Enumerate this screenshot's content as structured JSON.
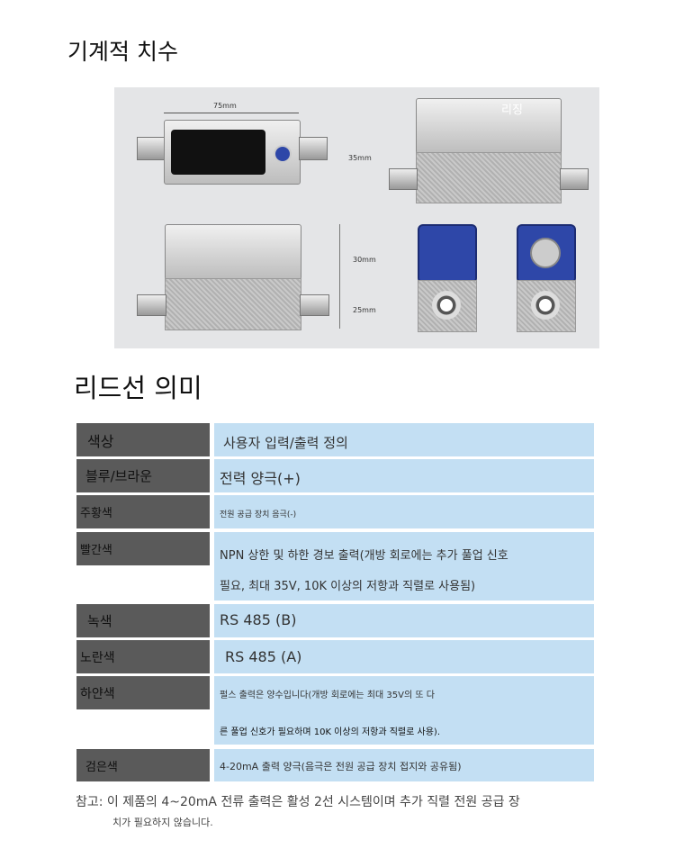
{
  "section1_title": "기계적 치수",
  "figure": {
    "dim_width": "75mm",
    "dim_height": "35mm",
    "dim_top": "30mm",
    "dim_bottom": "25mm",
    "brand_label": "리징"
  },
  "section2_title": "리드선 의미",
  "table": [
    {
      "color": "색상",
      "meaning": "사용자 입력/출력 정의"
    },
    {
      "color": "블루/브라운",
      "meaning": "전력 양극(+)"
    },
    {
      "color": "주황색",
      "meaning": "전원 공급 장치 음극(-)"
    },
    {
      "color": "빨간색",
      "meaning": "NPN 상한 및 하한 경보 출력(개방 회로에는 추가 풀업 신호",
      "meaning2": "필요, 최대 35V, 10K 이상의 저항과 직렬로 사용됨)"
    },
    {
      "color": "녹색",
      "meaning": "RS 485 (B)"
    },
    {
      "color": "노란색",
      "meaning": "RS 485 (A)"
    },
    {
      "color": "하얀색",
      "meaning": "펄스 출력은 양수입니다(개방 회로에는 최대 35V의 또 다",
      "meaning2": "른 풀업 신호가 필요하며 10K 이상의 저항과 직렬로 사용)."
    },
    {
      "color": "검은색",
      "meaning": "4-20mA 출력 양극(음극은 전원 공급 장치 접지와 공유됨)"
    }
  ],
  "note": "참고: 이 제품의 4~20mA 전류 출력은 활성 2선 시스템이며 추가 직렬 전원 공급 장",
  "note2": "치가 필요하지 않습니다."
}
